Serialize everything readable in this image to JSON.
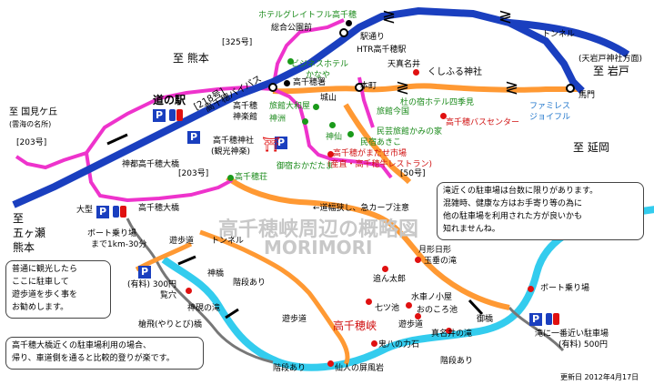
{
  "title": "高千穂峡周辺の概略図",
  "watermark": "MORIMORI",
  "updated": "更新日 2012年4月17日",
  "colors": {
    "highway": "#1a3fbf",
    "river": "#33ccee",
    "route50": "#ff9933",
    "pink_road": "#ee33cc",
    "road": "#777777",
    "park": "#1a3fbf",
    "point": "#e01010",
    "green_point": "#1a9a1a"
  },
  "directions": {
    "kumamoto_top": "至 熊本",
    "kunimigaoka": "至 国見ケ丘",
    "unkai": "(雲海の名所)",
    "gokase": "至",
    "gokase2": "五ヶ瀬",
    "gokase3": "熊本",
    "iwato_note": "(天岩戸神社方面)",
    "iwato": "至 岩戸",
    "nobeoka": "至 延岡"
  },
  "routes": {
    "r325": "[325号]",
    "r218": "[218号]",
    "bypass": "高千穂バイパス",
    "r203_left": "[203号]",
    "r203_mid": "[203号]",
    "r50": "[50号]",
    "tunnel_right": "トンネル",
    "tunnel_mid": "トンネル"
  },
  "places": {
    "hotel_grateful": "ホテルグレイトフル高千穂",
    "sogo_koen": "総合公園前",
    "ekimae": "駅通り",
    "htr": "HTR高千穂駅",
    "business_hotel": "ビジネスホテル",
    "kanaya": "かなや",
    "police": "高千穂署",
    "tenkyo": "天真名井",
    "kushifuru": "くしふる神社",
    "honmachi": "本町",
    "shiroyama": "城山",
    "michinoeki": "道の駅",
    "hall1": "高千穂",
    "hall2": "神楽館",
    "ryokan_yamatoya": "旅館大和屋",
    "kamiya": "神洲",
    "takachiho_shrine": "高千穂神社",
    "kagura": "(観光神楽)",
    "mori_no_yado": "杜の宿ホテル四季見",
    "ryokan_imakuni": "旅館今国",
    "bus_center": "高千穂バスセンター",
    "minshuku_kamino": "民芸旅館かみの家",
    "minshuku_akoko": "民宿あきこ",
    "jinsen": "神仙",
    "famires": "ファミレス",
    "joyful": "ジョイフル",
    "umaba": "馬門",
    "kamimachi": "高千穂がまだせ市場",
    "kamimachi2": "(産直・高千穂牛レストラン)",
    "okaguratama": "御宿おかだたま",
    "takachihoso": "高千穂荘",
    "kamiho_ohashi": "神都高千穂大橋",
    "takachiho_ohashi": "高千穂大橋",
    "large_park": "大型",
    "boat_park": "ボート乗り場",
    "boat_walk": "まで1km-30分",
    "road_caution": "←道幅狭し、急カーブ注意",
    "yuhodo1": "遊歩道",
    "kamihashi": "神橋",
    "kaidan1": "階段あり",
    "kamiyusen": "神硯の滝",
    "tsukiko": "月形日形",
    "tamadare": "玉垂の滝",
    "oshitsu": "追ん太郎",
    "suisha": "水車ノ小屋",
    "hitotsu": "七ツ池",
    "onokoro": "おのころ池",
    "takachihokyo": "高千穂峡",
    "yuhodo2": "遊歩道",
    "yuhodo3": "遊歩道",
    "oninochikara": "鬼八の力石",
    "shinshu_ike": "真名井の滝",
    "mihashi": "御橋",
    "boat_ride": "ボート乗り場",
    "taki_park": "滝に一番近い駐車場",
    "taki_fee": "(有料) 500円",
    "park_fee": "(有料) 300円",
    "kakashi": "覧穴",
    "yarito": "槍飛(やりとび)橋",
    "kaidan2": "階段あり",
    "kaidan3": "階段あり",
    "sennin": "仙人の屏風岩"
  },
  "notes": {
    "top_right": "滝近くの駐車場は台数に限りがあります。\n混雑時、健康な方はお手寄り等の為に\n他の駐車場を利用された方が良いかも\n知れませんね。",
    "left_mid": "普通に観光したら\nここに駐車して\n遊歩道を歩く事を\nお勧めします。",
    "bottom_left": "高千穂大橋近くの駐車場利用の場合、\n帰り、車道側を通ると比較的登りが楽です。"
  },
  "icons": [
    "parking-icon",
    "toilet-icon",
    "torii-icon",
    "tunnel-symbol-icon"
  ]
}
